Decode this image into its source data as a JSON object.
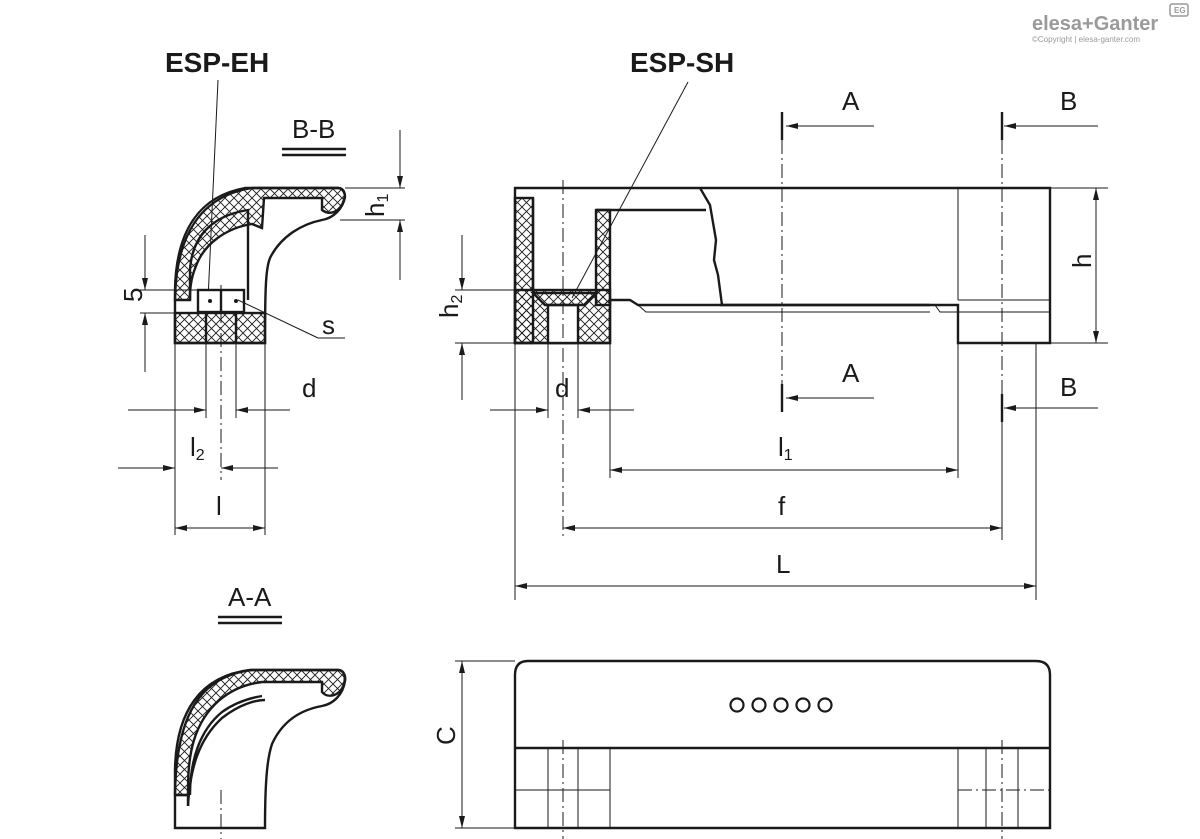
{
  "brand": {
    "logo": "elesa+Ganter",
    "badge": "EG",
    "copyright": "©Copyright | elesa-ganter.com"
  },
  "variants": {
    "eh": "ESP-EH",
    "sh": "ESP-SH"
  },
  "sections": {
    "bb": "B-B",
    "aa": "A-A",
    "a": "A",
    "b": "B"
  },
  "dims": {
    "h1_main": "h",
    "h1_sub": "1",
    "h2_main": "h",
    "h2_sub": "2",
    "five": "5",
    "s": "s",
    "d": "d",
    "l2_main": "l",
    "l2_sub": "2",
    "l": "l",
    "l1_main": "l",
    "l1_sub": "1",
    "f": "f",
    "L": "L",
    "h": "h",
    "C": "C"
  }
}
